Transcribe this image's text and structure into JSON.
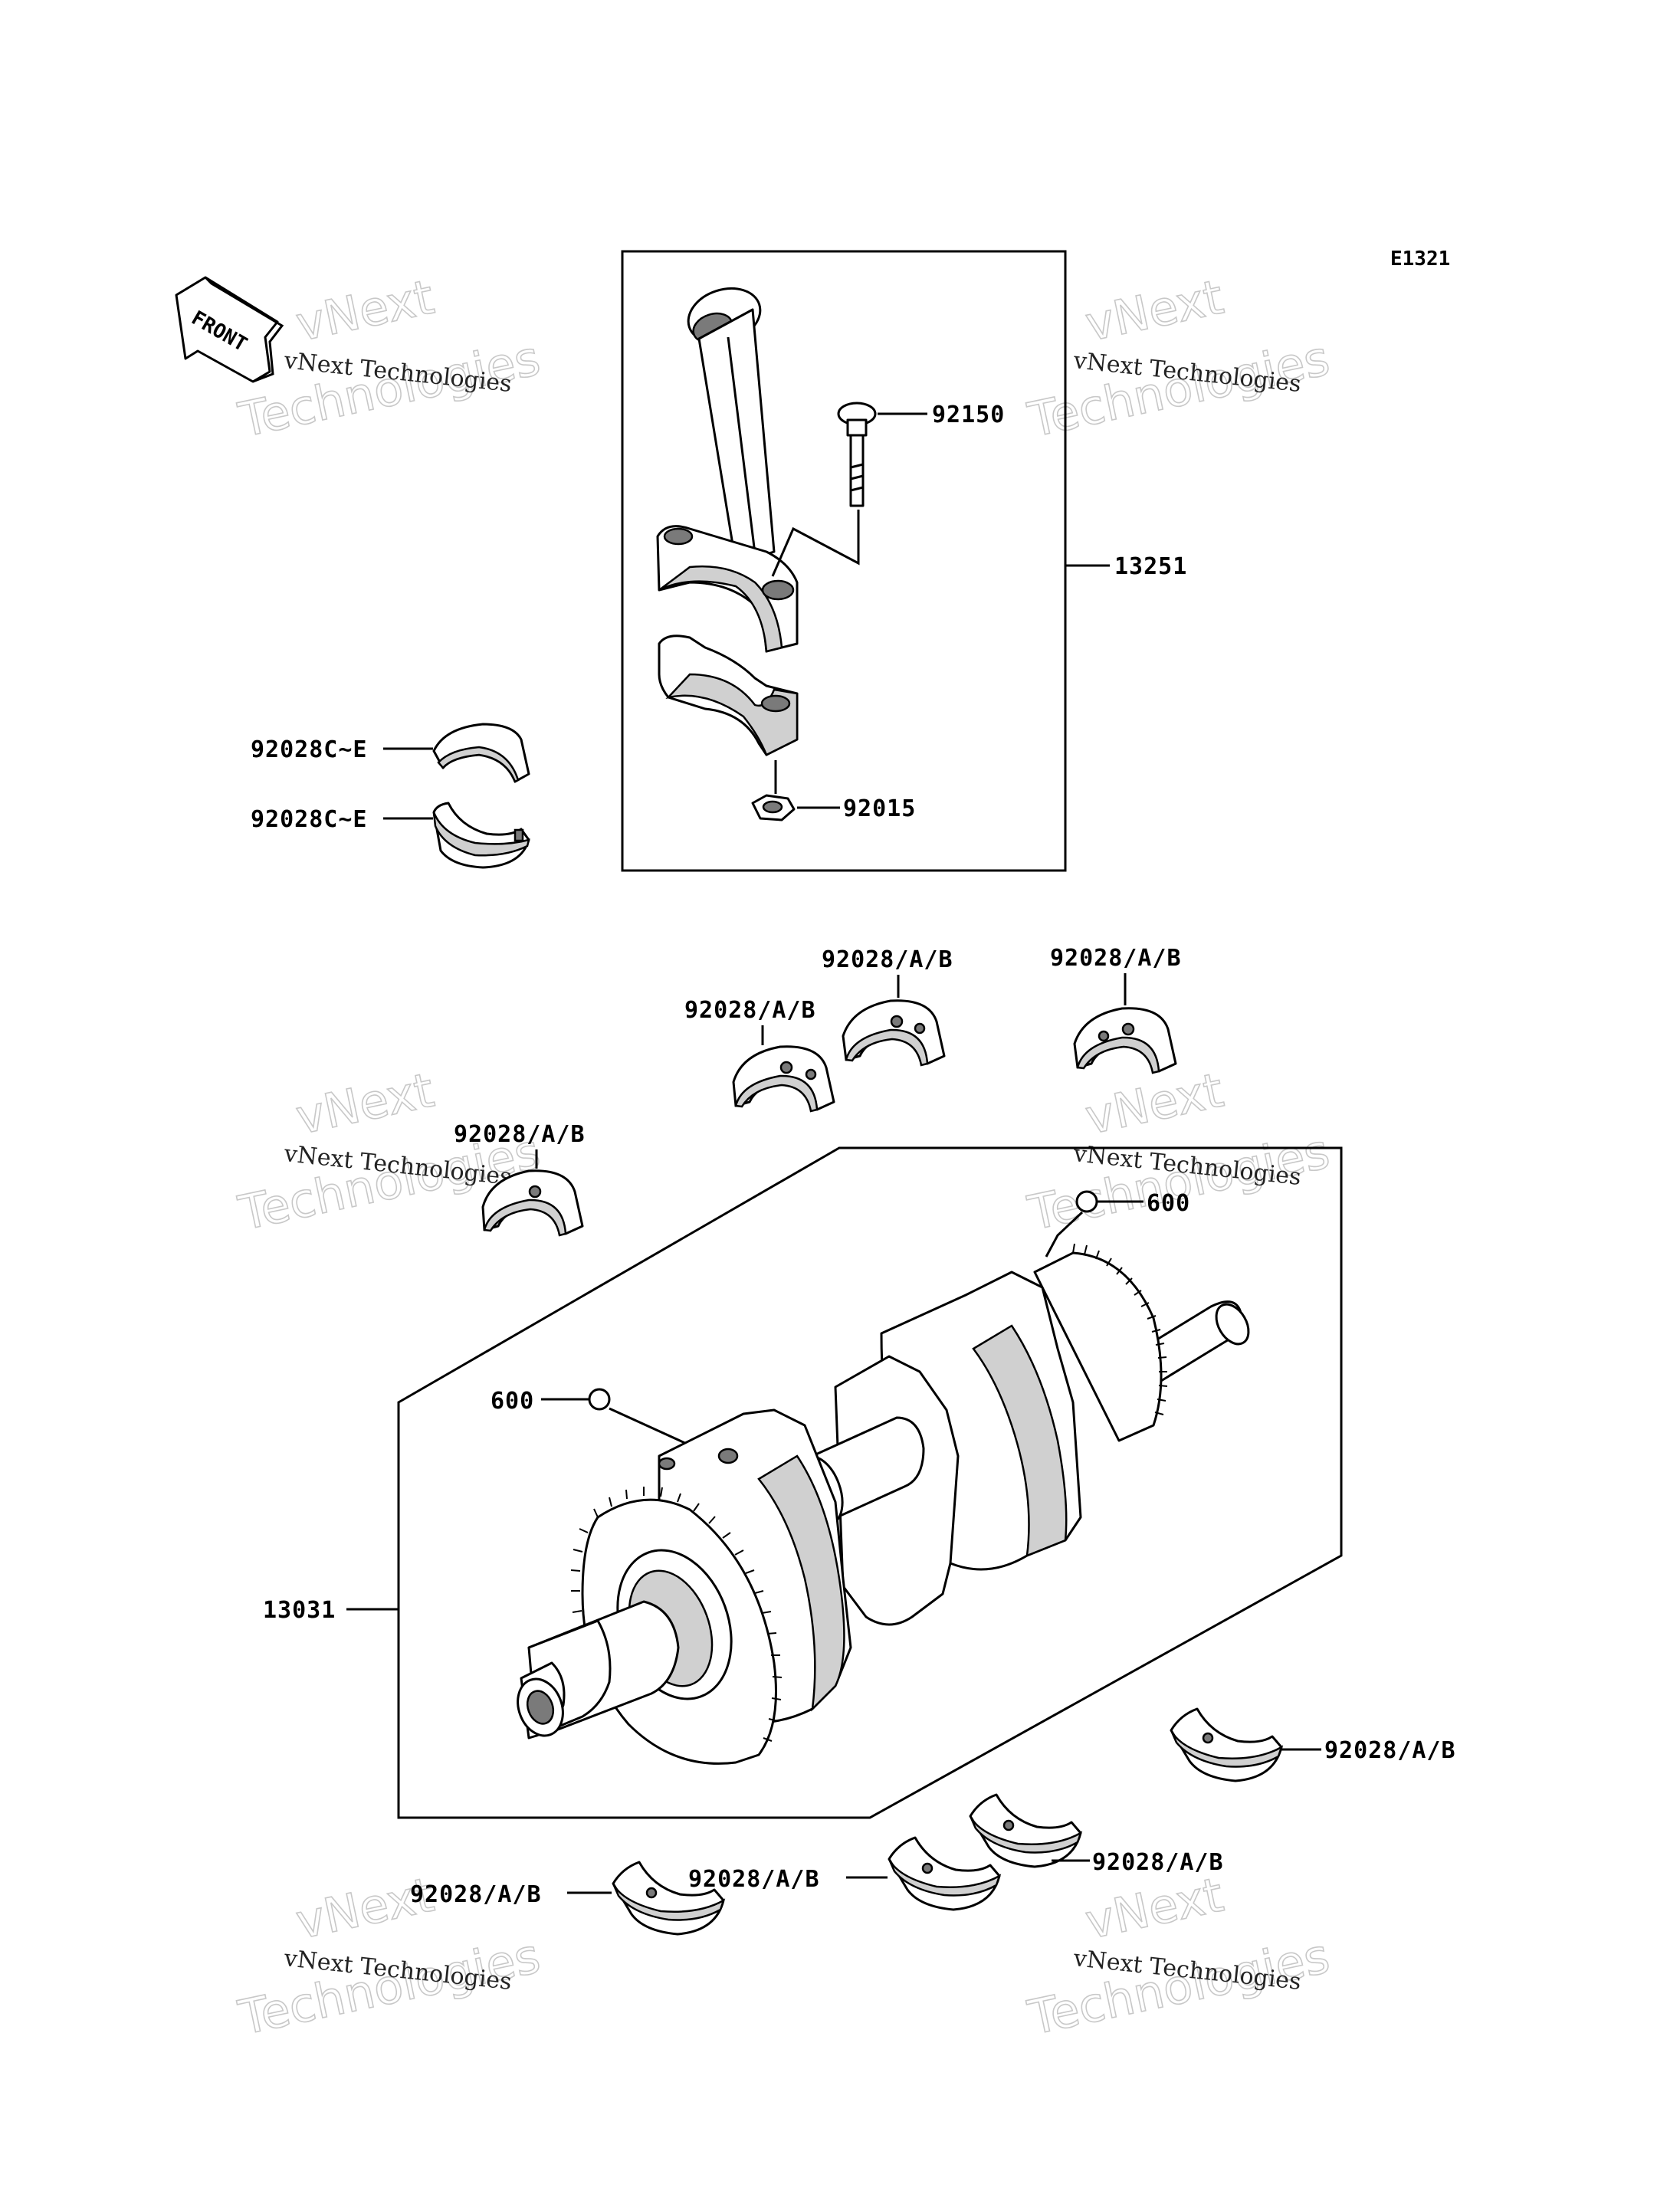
{
  "diagram_code": "E1321",
  "front_label": "FRONT",
  "watermark": {
    "line1": "vNext Technologies",
    "line2": "vNext",
    "line3": "Technologies"
  },
  "labels": {
    "p92150": "92150",
    "p13251": "13251",
    "p92015": "92015",
    "p92028ce_a": "92028C~E",
    "p92028ce_b": "92028C~E",
    "p92028ab_1": "92028/A/B",
    "p92028ab_2": "92028/A/B",
    "p92028ab_3": "92028/A/B",
    "p92028ab_4": "92028/A/B",
    "p600_a": "600",
    "p600_b": "600",
    "p13031": "13031",
    "p92028ab_5": "92028/A/B",
    "p92028ab_6": "92028/A/B",
    "p92028ab_7": "92028/A/B",
    "p92028ab_8": "92028/A/B"
  }
}
